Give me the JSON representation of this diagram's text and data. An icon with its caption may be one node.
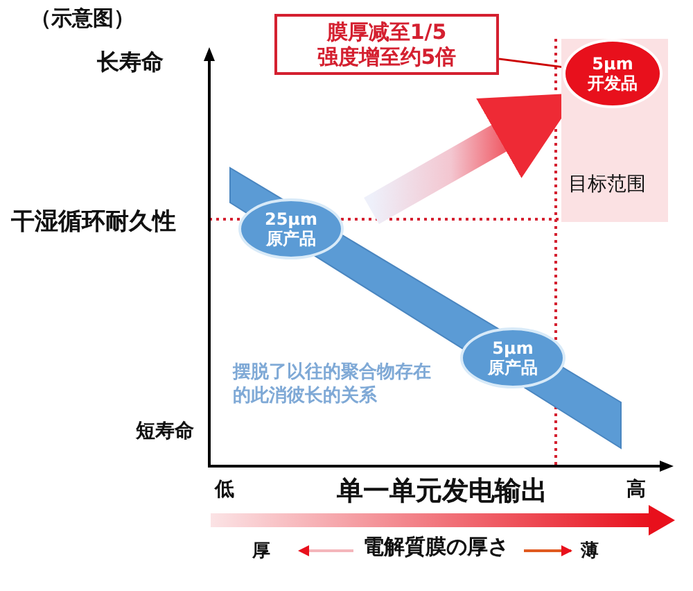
{
  "diagram": {
    "nodes": [
      {
        "text": [
          "膜厚减至1/5",
          "强度增至约5倍"
        ]
      },
      {
        "text": [
          "目标范围"
        ]
      },
      {
        "text": [
          "5μm",
          "开发品"
        ],
        "in": 1
      },
      {
        "text": [
          "25μm",
          "原产品"
        ]
      },
      {
        "text": [
          "5μm",
          "原产品"
        ]
      }
    ],
    "edges": [
      {
        "from": 0,
        "to": 2,
        "arrow": "none",
        "color": "#cc0000"
      },
      {
        "from": null,
        "to": 2,
        "arrow": "to",
        "style": "thick"
      }
    ],
    "labels": [
      "（示意图）",
      "长寿命",
      "干湿循环耐久性",
      "短寿命",
      "摆脱了以往的聚合物存在的此消彼长的关系",
      "低",
      "单一单元发电输出",
      "高",
      "厚",
      "電解質膜の厚さ",
      "薄"
    ]
  }
}
